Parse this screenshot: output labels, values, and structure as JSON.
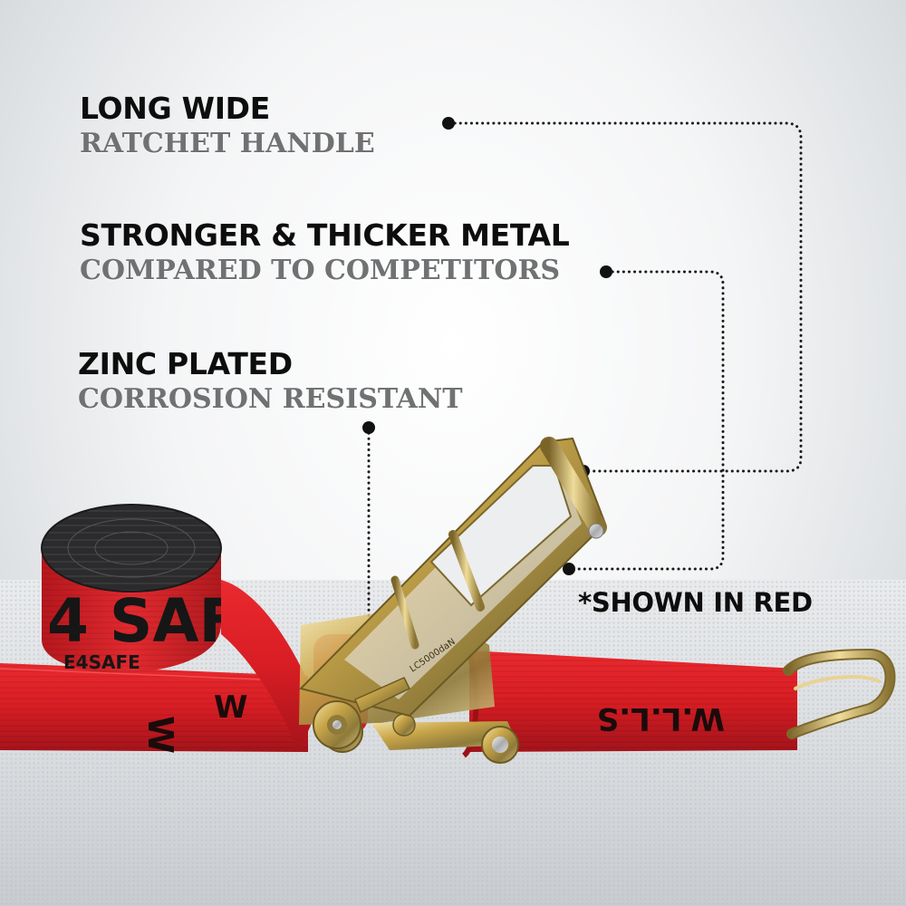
{
  "captions": [
    {
      "heading": "LONG WIDE",
      "sub": "RATCHET HANDLE"
    },
    {
      "heading": "STRONGER & THICKER METAL",
      "sub": "COMPARED TO COMPETITORS"
    },
    {
      "heading": "ZINC PLATED",
      "sub": "CORROSION RESISTANT"
    }
  ],
  "note": "*SHOWN IN RED",
  "product": {
    "strap_color": "#d81d24",
    "hardware_color": "#c9a64a",
    "roll_text": "4 SAF",
    "roll_small_text": "E4SAFE",
    "strap_text_left": "W",
    "strap_text_right": "W.L.L.S",
    "handle_marking": "LC5000daN"
  }
}
